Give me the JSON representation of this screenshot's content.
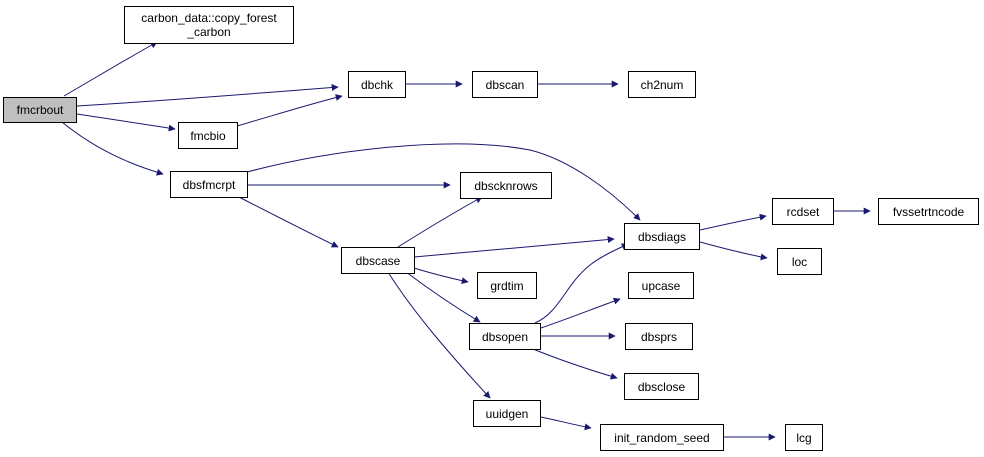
{
  "colors": {
    "edge": "#191970",
    "root_fill": "#bfbfbf",
    "node_fill": "#ffffff",
    "node_border": "#000000"
  },
  "nodes": {
    "fmcrbout": "fmcrbout",
    "copy_forest_carbon": "carbon_data::copy_forest\n_carbon",
    "dbchk": "dbchk",
    "dbscan": "dbscan",
    "ch2num": "ch2num",
    "fmcbio": "fmcbio",
    "dbsfmcrpt": "dbsfmcrpt",
    "dbscknrows": "dbscknrows",
    "dbscase": "dbscase",
    "dbsdiags": "dbsdiags",
    "rcdset": "rcdset",
    "fvssetrtncode": "fvssetrtncode",
    "loc": "loc",
    "grdtim": "grdtim",
    "upcase": "upcase",
    "dbsopen": "dbsopen",
    "dbsprs": "dbsprs",
    "dbsclose": "dbsclose",
    "uuidgen": "uuidgen",
    "init_random_seed": "init_random_seed",
    "lcg": "lcg"
  }
}
